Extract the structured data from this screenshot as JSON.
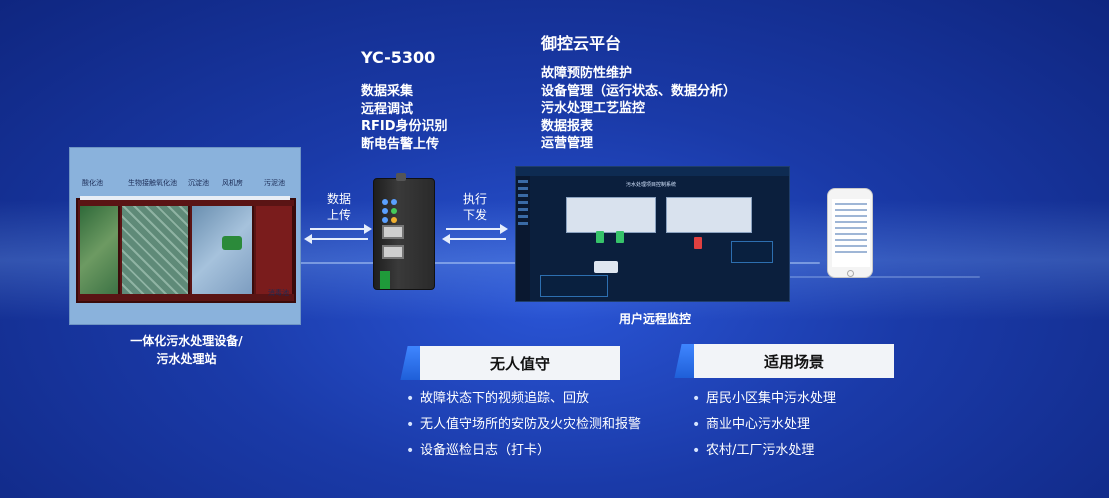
{
  "device_model": "YC-5300",
  "device_functions": [
    "数据采集",
    "远程调试",
    "RFID身份识别",
    "断电告警上传"
  ],
  "cloud_title": "御控云平台",
  "cloud_functions": [
    "故障预防性维护",
    "设备管理（运行状态、数据分析）",
    "污水处理工艺监控",
    "数据报表",
    "运营管理"
  ],
  "arrows": {
    "upload": [
      "数据",
      "上传"
    ],
    "execute": [
      "执行",
      "下发"
    ]
  },
  "tank": {
    "labels": [
      "酸化池",
      "生物接触氧化池",
      "沉淀池",
      "风机房",
      "污泥池",
      "消毒池"
    ],
    "caption": [
      "一体化污水处理设备/",
      "污水处理站"
    ]
  },
  "dashboard": {
    "title": "污水处理项目控制系统",
    "caption": "用户远程监控"
  },
  "sections": {
    "unmanned": {
      "title": "无人值守",
      "items": [
        "故障状态下的视频追踪、回放",
        "无人值守场所的安防及火灾检测和报警",
        "设备巡检日志（打卡）"
      ]
    },
    "scenarios": {
      "title": "适用场景",
      "items": [
        "居民小区集中污水处理",
        "商业中心污水处理",
        "农村/工厂污水处理"
      ]
    }
  },
  "colors": {
    "background": "#1a3aa8",
    "banner": "#f2f4f8",
    "accent": "#3f86ff"
  }
}
